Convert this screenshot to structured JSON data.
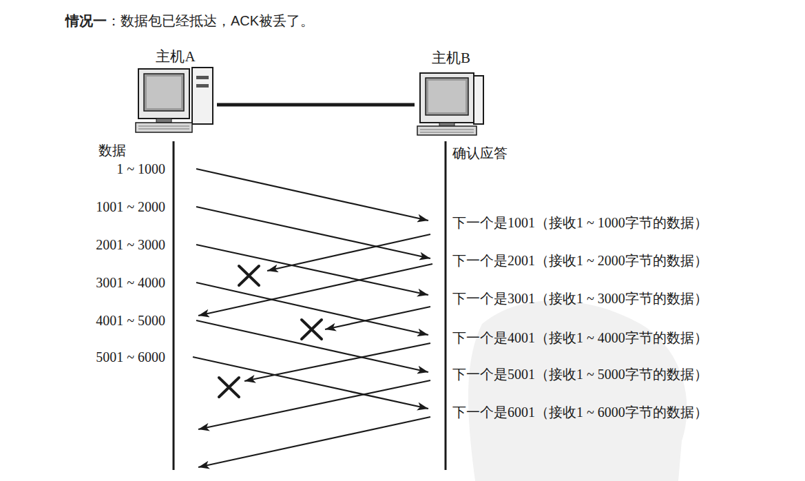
{
  "diagram": {
    "title": "情况一：数据包已经抵达，ACK被丢了。",
    "nodes": [
      {
        "text": [
          "主机A"
        ]
      },
      {
        "text": [
          "主机B"
        ]
      }
    ],
    "edges": [
      {
        "from": 0,
        "to": 1,
        "arrow": "none"
      }
    ],
    "labels": [
      "数据",
      "1 ~ 1000",
      "1001 ~ 2000",
      "2001 ~ 3000",
      "3001 ~ 4000",
      "4001 ~ 5000",
      "5001 ~ 6000",
      "确认应答",
      "下一个是1001（接收1 ~ 1000字节的数据）",
      "下一个是2001（接收1 ~ 2000字节的数据）",
      "下一个是3001（接收1 ~ 3000字节的数据）",
      "下一个是4001（接收1 ~ 4000字节的数据）",
      "下一个是5001（接收1 ~ 5000字节的数据）",
      "下一个是6001（接收1 ~ 6000字节的数据）"
    ]
  }
}
